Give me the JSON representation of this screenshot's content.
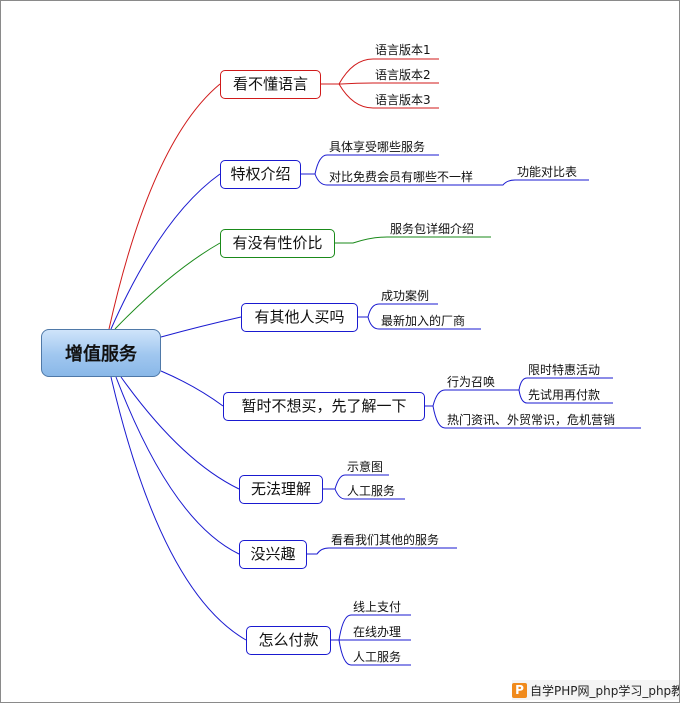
{
  "colors": {
    "blue": "#1a1ad0",
    "red": "#d01a1a",
    "green": "#1a8a1a",
    "root_fill": "#9fc6ef",
    "watermark_icon": "#f08a1c"
  },
  "root": {
    "label": "增值服务"
  },
  "branches": [
    {
      "label": "看不懂语言",
      "color": "red",
      "children": [
        "语言版本1",
        "语言版本2",
        "语言版本3"
      ]
    },
    {
      "label": "特权介绍",
      "color": "blue",
      "children": [
        "具体享受哪些服务",
        "对比免费会员有哪些不一样"
      ],
      "grandchild": "功能对比表"
    },
    {
      "label": "有没有性价比",
      "color": "green",
      "children": [
        "服务包详细介绍"
      ]
    },
    {
      "label": "有其他人买吗",
      "color": "blue",
      "children": [
        "成功案例",
        "最新加入的厂商"
      ]
    },
    {
      "label": "暂时不想买，先了解一下",
      "color": "blue",
      "children": [
        "行为召唤",
        "热门资讯、外贸常识，危机营销"
      ],
      "grandchildren": [
        "限时特惠活动",
        "先试用再付款"
      ]
    },
    {
      "label": "无法理解",
      "color": "blue",
      "children": [
        "示意图",
        "人工服务"
      ]
    },
    {
      "label": "没兴趣",
      "color": "blue",
      "children": [
        "看看我们其他的服务"
      ]
    },
    {
      "label": "怎么付款",
      "color": "blue",
      "children": [
        "线上支付",
        "在线办理",
        "人工服务"
      ]
    }
  ],
  "watermark": {
    "icon": "P",
    "text": "自学PHP网_php学习_php教"
  }
}
